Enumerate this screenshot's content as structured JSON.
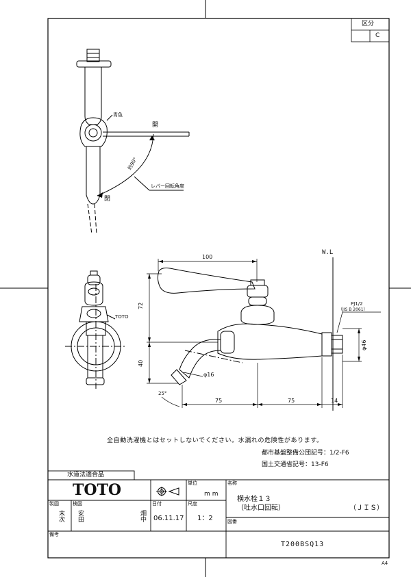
{
  "category": {
    "label": "区分",
    "value": "C"
  },
  "notice": "全自動洗濯機とはセットしないでください。水漏れの危険性があります。",
  "codes": {
    "metro": "都市基盤整備公団記号：1/2-F6",
    "mlit": "国土交通省記号：13-F6"
  },
  "badge": "水道法適合品",
  "brand": "TOTO",
  "title_block": {
    "unit_label": "単位",
    "unit_value": "mm",
    "name_label": "名称",
    "name_line1": "横水栓１３",
    "name_line2": "（吐水口回転）",
    "name_std": "（ＪＩＳ）",
    "made_label": "製図",
    "made_value": "末次",
    "check_label": "検図",
    "check_value": "安田",
    "approve_value": "畑中",
    "date_label": "日付",
    "date_value": "06.11.17",
    "scale_label": "尺度",
    "scale_value": "1：2",
    "drawing_label": "図番",
    "drawing_number": "T200BSQ13",
    "notes_label": "備考"
  },
  "paper_size": "A4",
  "top_view": {
    "color_label": "青色",
    "open_label": "開",
    "close_label": "閉",
    "angle_label": "約90°",
    "lever_label": "レバー回転角度"
  },
  "front_view": {
    "logo_label": "TOTO"
  },
  "side_view": {
    "wl_label": "W.L",
    "thread_label": "PJ1/2",
    "jis_label": "（JIS B 2061）",
    "dims": {
      "d100": "100",
      "d72": "72",
      "d40": "40",
      "d75a": "75",
      "d75b": "75",
      "d14": "14",
      "d46": "φ46",
      "d16": "φ16",
      "d25": "25°"
    }
  }
}
